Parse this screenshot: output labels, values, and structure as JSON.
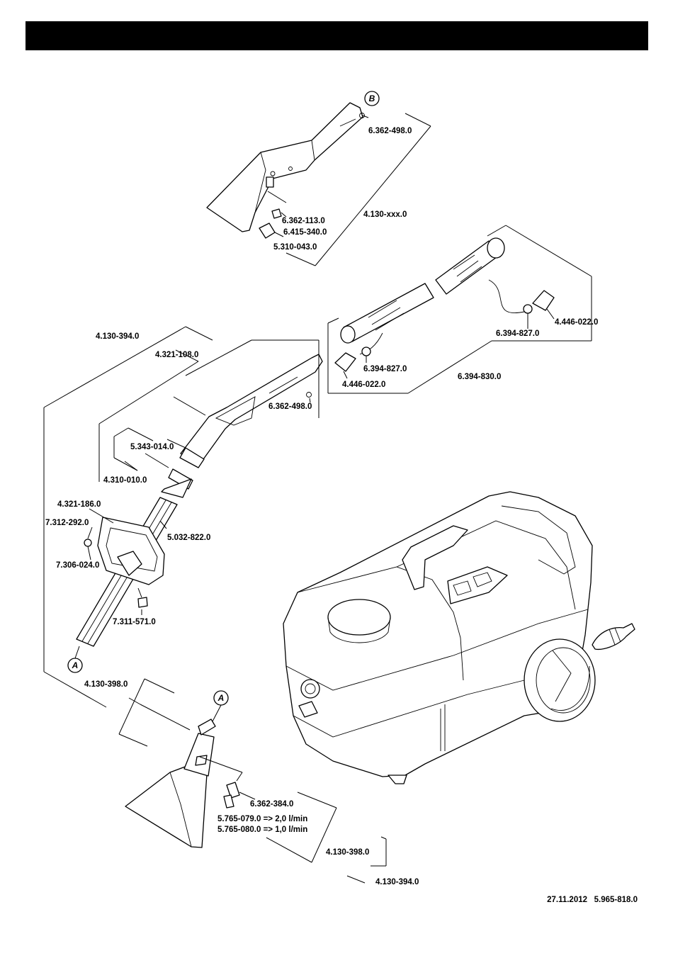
{
  "callouts": {
    "b_top": "B",
    "a_lower": "A",
    "a_bottom": "A"
  },
  "labels": {
    "p6362498_top": "6.362-498.0",
    "p4130xxx": "4.130-xxx.0",
    "p6362113": "6.362-113.0",
    "p6415340": "6.415-340.0",
    "p5310043": "5.310-043.0",
    "p4446022_right": "4.446-022.0",
    "p6394827_right": "6.394-827.0",
    "p6394827_left": "6.394-827.0",
    "p4446022_left": "4.446-022.0",
    "p6394830": "6.394-830.0",
    "p4130394_top": "4.130-394.0",
    "p4321108": "4.321-108.0",
    "p6362498_mid": "6.362-498.0",
    "p5343014": "5.343-014.0",
    "p4310010": "4.310-010.0",
    "p4321186": "4.321-186.0",
    "p7312292": "7.312-292.0",
    "p5032822": "5.032-822.0",
    "p7306024": "7.306-024.0",
    "p7311571": "7.311-571.0",
    "p4130398_top": "4.130-398.0",
    "p6362384": "6.362-384.0",
    "p5765079": "5.765-079.0 => 2,0 l/min",
    "p5765080": "5.765-080.0 => 1,0 l/min",
    "p4130398_bottom": "4.130-398.0",
    "p4130394_bottom": "4.130-394.0"
  },
  "footer": {
    "date": "27.11.2012",
    "doc_number": "5.965-818.0"
  }
}
